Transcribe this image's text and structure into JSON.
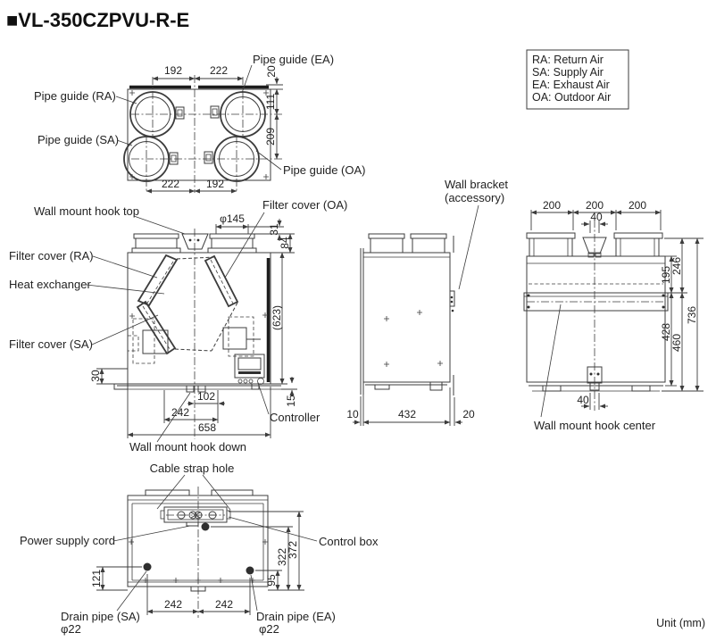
{
  "title": "■VL-350CZPVU-R-E",
  "unit_note": "Unit (mm)",
  "legend": {
    "line1": "RA: Return Air",
    "line2": "SA: Supply Air",
    "line3": "EA: Exhaust Air",
    "line4": "OA: Outdoor Air"
  },
  "top_view": {
    "pipe_guide_ea": "Pipe guide (EA)",
    "pipe_guide_ra": "Pipe guide (RA)",
    "pipe_guide_sa": "Pipe guide (SA)",
    "pipe_guide_oa": "Pipe guide (OA)",
    "dim_top_left": "192",
    "dim_top_right": "222",
    "dim_bottom_left": "222",
    "dim_bottom_right": "192",
    "dim_right_top": "20",
    "dim_right_mid": "111",
    "dim_right_bottom": "209"
  },
  "front_view": {
    "wall_mount_hook_top": "Wall mount hook top",
    "filter_cover_oa": "Filter cover (OA)",
    "filter_cover_ra": "Filter cover (RA)",
    "heat_exchanger": "Heat exchanger",
    "filter_cover_sa": "Filter cover (SA)",
    "controller": "Controller",
    "wall_mount_hook_down": "Wall mount hook down",
    "dim_collar_dia": "φ145",
    "dim_31": "31",
    "dim_84": "84",
    "dim_623": "(623)",
    "dim_30": "30",
    "dim_15": "15",
    "dim_102": "102",
    "dim_242": "242",
    "dim_658": "658"
  },
  "side_view": {
    "wall_bracket_line1": "Wall bracket",
    "wall_bracket_line2": "(accessory)",
    "dim_10": "10",
    "dim_432": "432",
    "dim_20": "20"
  },
  "rear_view": {
    "wall_mount_hook_center": "Wall mount hook center",
    "dim_200_a": "200",
    "dim_200_b": "200",
    "dim_200_c": "200",
    "dim_40_top": "40",
    "dim_40_bottom": "40",
    "dim_195": "195",
    "dim_246": "246",
    "dim_428": "428",
    "dim_460": "460",
    "dim_736": "736"
  },
  "bottom_view": {
    "cable_strap_hole": "Cable strap hole",
    "power_supply_cord": "Power supply cord",
    "control_box": "Control box",
    "drain_sa_line1": "Drain pipe (SA)",
    "drain_sa_line2": "φ22",
    "drain_ea_line1": "Drain pipe (EA)",
    "drain_ea_line2": "φ22",
    "dim_121": "121",
    "dim_95": "95",
    "dim_322": "322",
    "dim_372": "372",
    "dim_242_left": "242",
    "dim_242_right": "242"
  },
  "colors": {
    "line": "#3c3c3c",
    "text": "#222222",
    "background": "#ffffff"
  }
}
